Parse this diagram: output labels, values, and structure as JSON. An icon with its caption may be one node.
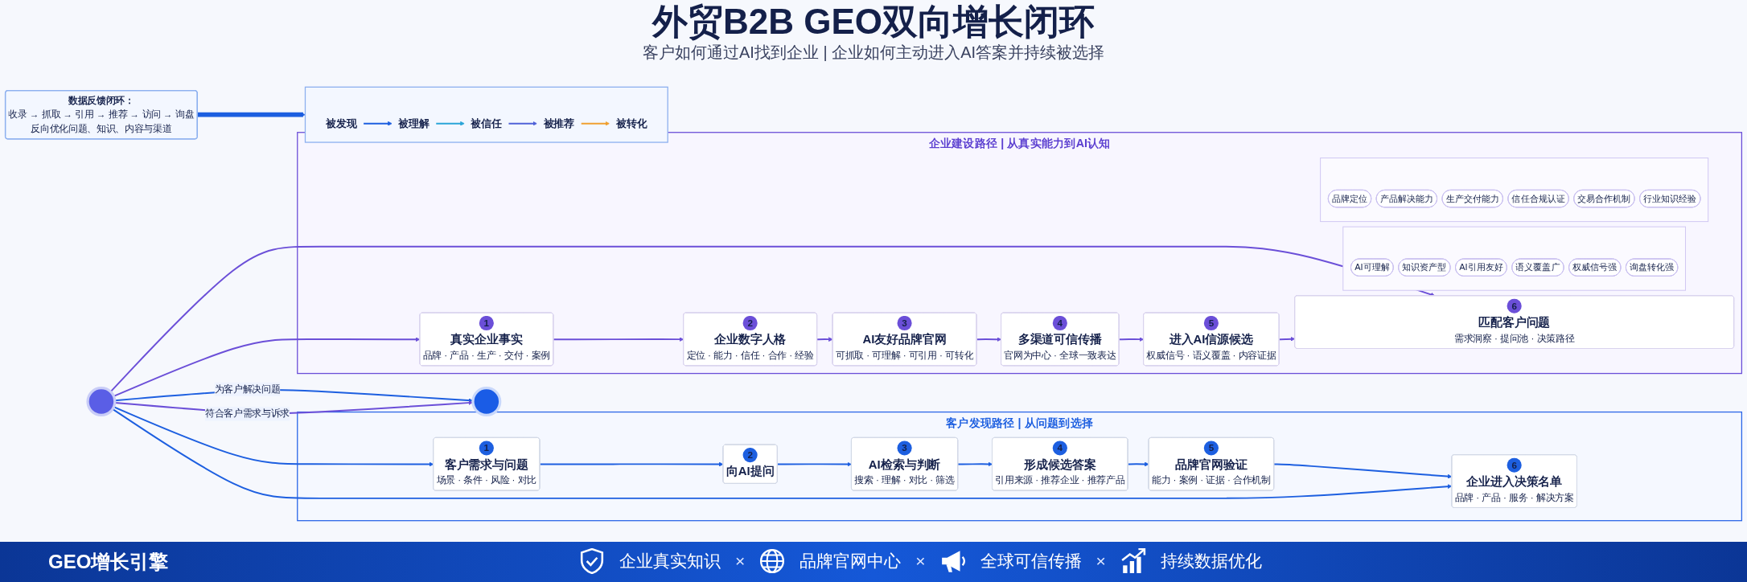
{
  "diagram": {
    "title": "外贸B2B GEO双向增长闭环",
    "nodes": [
      {
        "text": [
          "客户发现路径 | 从问题到选择"
        ]
      },
      {
        "text": [
          "1",
          "客户需求与问题",
          "场景 · 条件 · 风险 · 对比"
        ],
        "in": 0
      },
      {
        "text": [
          "2",
          "向AI提问"
        ],
        "in": 0
      },
      {
        "text": [
          "3",
          "AI检索与判断",
          "搜索 · 理解 · 对比 · 筛选"
        ],
        "in": 0
      },
      {
        "text": [
          "4",
          "形成候选答案",
          "引用来源 · 推荐企业 · 推荐产品"
        ],
        "in": 0
      },
      {
        "text": [
          "5",
          "品牌官网验证",
          "能力 · 案例 · 证据 · 合作机制"
        ],
        "in": 0
      },
      {
        "text": [
          "6",
          "企业进入决策名单",
          "品牌 · 产品 · 服务 · 解决方案"
        ],
        "in": 0
      },
      {
        "text": [],
        "shape": "circle"
      },
      {
        "text": [],
        "shape": "circle"
      },
      {
        "text": [
          "企业建设路径 | 从真实能力到AI认知"
        ]
      },
      {
        "text": [
          "6",
          "匹配客户问题",
          "需求洞察 · 提问池 · 决策路径"
        ],
        "in": 9
      },
      {
        "text": [
          "5",
          "进入AI信源候选",
          "权威信号 · 语义覆盖 · 内容证据"
        ],
        "in": 9
      },
      {
        "text": [
          "4",
          "多渠道可信传播",
          "官网为中心 · 全球一致表达"
        ],
        "in": 9
      },
      {
        "text": [
          "3",
          "AI友好品牌官网",
          "可抓取 · 可理解 · 可引用 · 可转化"
        ],
        "in": 9
      },
      {
        "text": [],
        "shape": "box",
        "in": 9
      },
      {
        "text": [
          "AI可理解"
        ],
        "in": 14
      },
      {
        "text": [
          "知识资产型"
        ],
        "in": 14
      },
      {
        "text": [
          "AI引用友好"
        ],
        "in": 14
      },
      {
        "text": [
          "语义覆盖广"
        ],
        "in": 14
      },
      {
        "text": [
          "权威信号强"
        ],
        "in": 14
      },
      {
        "text": [
          "询盘转化强"
        ],
        "in": 14
      },
      {
        "text": [
          "2",
          "企业数字人格",
          "定位 · 能力 · 信任 · 合作 · 经验"
        ],
        "in": 9
      },
      {
        "text": [],
        "shape": "box",
        "in": 9
      },
      {
        "text": [
          "品牌定位"
        ],
        "in": 22
      },
      {
        "text": [
          "产品解决能力"
        ],
        "in": 22
      },
      {
        "text": [
          "生产交付能力"
        ],
        "in": 22
      },
      {
        "text": [
          "信任合规认证"
        ],
        "in": 22
      },
      {
        "text": [
          "交易合作机制"
        ],
        "in": 22
      },
      {
        "text": [
          "行业知识经验"
        ],
        "in": 22
      },
      {
        "text": [
          "1",
          "真实企业事实",
          "品牌 · 产品 · 生产 · 交付 · 案例"
        ],
        "in": 9
      },
      {
        "text": [
          "数据反馈闭环：",
          "收录 → 抓取 → 引用 → 推荐 → 访问 → 询盘",
          "反向优化问题、知识、内容与渠道"
        ]
      },
      {
        "text": [],
        "shape": "box"
      },
      {
        "text": [
          "被发现"
        ],
        "in": 31
      },
      {
        "text": [
          "被理解"
        ],
        "in": 31
      },
      {
        "text": [
          "被信任"
        ],
        "in": 31
      },
      {
        "text": [
          "被推荐"
        ],
        "in": 31
      },
      {
        "text": [
          "被转化"
        ],
        "in": 31
      }
    ],
    "edges": [
      {
        "from": 7,
        "to": 1,
        "arrow": "to"
      },
      {
        "from": 1,
        "to": 2,
        "arrow": "to"
      },
      {
        "from": 2,
        "to": 3,
        "arrow": "to"
      },
      {
        "from": 3,
        "to": 4,
        "arrow": "to"
      },
      {
        "from": 4,
        "to": 5,
        "arrow": "to"
      },
      {
        "from": 5,
        "to": 6,
        "arrow": "to"
      },
      {
        "from": 7,
        "to": 8,
        "arrow": "to",
        "label": "为客户解决问题"
      },
      {
        "from": 7,
        "to": 6,
        "arrow": "to"
      },
      {
        "from": 7,
        "to": 10,
        "arrow": "to",
        "color": "#6b4fd8"
      },
      {
        "from": 7,
        "to": 8,
        "arrow": "to",
        "label": "符合客户需求与诉求",
        "color": "#6b4fd8"
      },
      {
        "from": 7,
        "to": 29,
        "arrow": "to",
        "color": "#6b4fd8"
      },
      {
        "from": 29,
        "to": 21,
        "arrow": "to",
        "color": "#6b4fd8"
      },
      {
        "from": 21,
        "to": 13,
        "arrow": "to",
        "color": "#6b4fd8"
      },
      {
        "from": 13,
        "to": 12,
        "arrow": "to",
        "color": "#6b4fd8"
      },
      {
        "from": 12,
        "to": 11,
        "arrow": "to",
        "color": "#6b4fd8"
      },
      {
        "from": 11,
        "to": 10,
        "arrow": "to",
        "color": "#6b4fd8"
      },
      {
        "from": 30,
        "to": 31,
        "arrow": "to",
        "style": "thick"
      },
      {
        "from": 32,
        "to": 33,
        "arrow": "to"
      },
      {
        "from": 33,
        "to": 34,
        "arrow": "to",
        "color": "#2aa5d8"
      },
      {
        "from": 34,
        "to": 35,
        "arrow": "to",
        "color": "#4f62d8"
      },
      {
        "from": 35,
        "to": 36,
        "arrow": "to",
        "color": "#f0a030"
      }
    ],
    "labels": [
      "客户如何通过AI找到企业 | 企业如何主动进入AI答案并持续被选择",
      "GEO增长引擎",
      "企业真实知识",
      "×",
      "品牌官网中心",
      "×",
      "全球可信传播",
      "×",
      "持续数据优化"
    ]
  }
}
